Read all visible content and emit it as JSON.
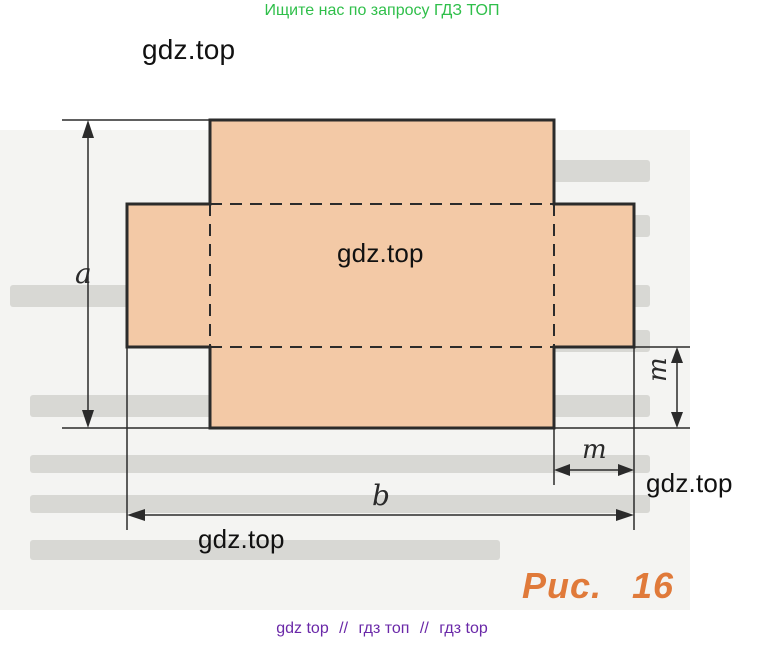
{
  "banner": {
    "text": "Ищите нас по запросу ГДЗ ТОП"
  },
  "watermarks": [
    "gdz.top",
    "gdz.top",
    "gdz.top",
    "gdz.top"
  ],
  "figure": {
    "labels": {
      "a": "a",
      "b": "b",
      "m_vertical": "m",
      "m_horizontal": "m"
    },
    "caption_prefix": "Рис.",
    "caption_number": "16",
    "colors": {
      "fill": "#f3c9a6",
      "stroke": "#2b2b2b",
      "caption": "#e07a3a"
    }
  },
  "footer": {
    "links": [
      "gdz top",
      "гдз топ",
      "гдз top"
    ],
    "separator": "//"
  }
}
